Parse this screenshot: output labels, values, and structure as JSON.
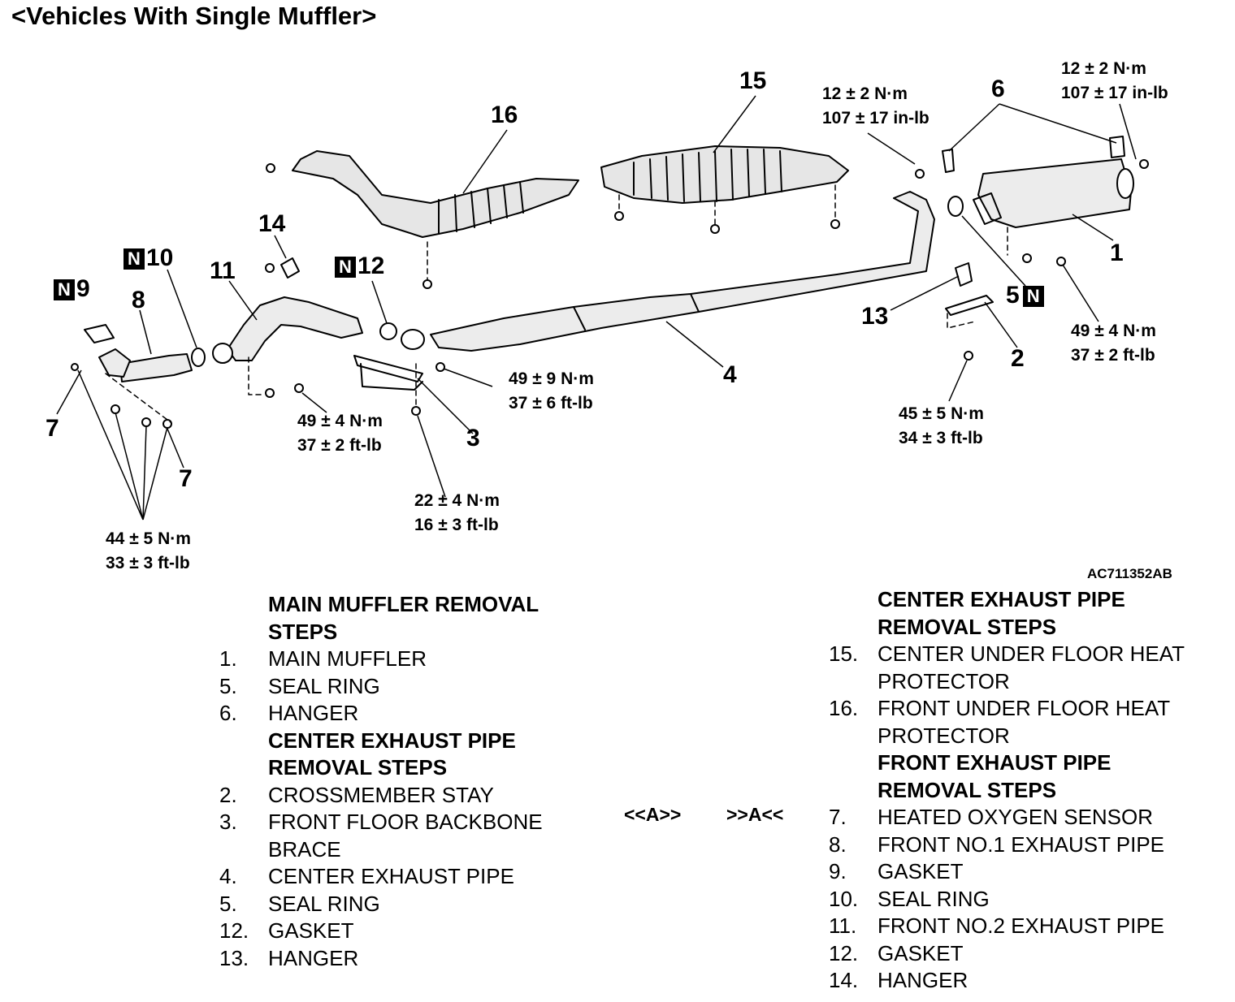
{
  "title": "<Vehicles With Single Muffler>",
  "figure_code": "AC711352AB",
  "torques": {
    "t1": [
      "12 ± 2 N·m",
      "107 ± 17 in-lb"
    ],
    "t2": [
      "12 ± 2 N·m",
      "107 ± 17 in-lb"
    ],
    "t3": [
      "49 ± 4 N·m",
      "37 ± 2 ft-lb"
    ],
    "t4": [
      "49 ± 9 N·m",
      "37 ± 6 ft-lb"
    ],
    "t5": [
      "49 ± 4 N·m",
      "37 ± 2 ft-lb"
    ],
    "t6": [
      "45 ± 5 N·m",
      "34 ± 3 ft-lb"
    ],
    "t7": [
      "22 ± 4 N·m",
      "16 ± 3 ft-lb"
    ],
    "t8": [
      "44 ± 5 N·m",
      "33 ± 3 ft-lb"
    ]
  },
  "callouts": {
    "c1": "1",
    "c2": "2",
    "c3": "3",
    "c4": "4",
    "c5": "5",
    "c6": "6",
    "c7a": "7",
    "c7b": "7",
    "c8": "8",
    "c9": "9",
    "c10": "10",
    "c11": "11",
    "c12": "12",
    "c13": "13",
    "c14": "14",
    "c15": "15",
    "c16": "16",
    "n_mark": "N"
  },
  "marks": {
    "left": "<<A>>",
    "right": ">>A<<"
  },
  "left_steps": [
    {
      "num": "",
      "text": "MAIN MUFFLER REMOVAL",
      "head": true
    },
    {
      "num": "",
      "text": "STEPS",
      "head": true
    },
    {
      "num": "1.",
      "text": "MAIN MUFFLER",
      "head": false
    },
    {
      "num": "5.",
      "text": "SEAL RING",
      "head": false
    },
    {
      "num": "6.",
      "text": "HANGER",
      "head": false
    },
    {
      "num": "",
      "text": "CENTER EXHAUST PIPE",
      "head": true
    },
    {
      "num": "",
      "text": "REMOVAL STEPS",
      "head": true
    },
    {
      "num": "2.",
      "text": "CROSSMEMBER STAY",
      "head": false
    },
    {
      "num": "3.",
      "text": "FRONT FLOOR BACKBONE",
      "head": false
    },
    {
      "num": "",
      "text": "BRACE",
      "head": false
    },
    {
      "num": "4.",
      "text": "CENTER EXHAUST PIPE",
      "head": false
    },
    {
      "num": "5.",
      "text": "SEAL RING",
      "head": false
    },
    {
      "num": "12.",
      "text": "GASKET",
      "head": false
    },
    {
      "num": "13.",
      "text": "HANGER",
      "head": false
    }
  ],
  "right_steps": [
    {
      "num": "",
      "text": "CENTER EXHAUST PIPE",
      "head": true
    },
    {
      "num": "",
      "text": "REMOVAL STEPS",
      "head": true
    },
    {
      "num": "15.",
      "text": "CENTER UNDER FLOOR HEAT",
      "head": false
    },
    {
      "num": "",
      "text": "PROTECTOR",
      "head": false
    },
    {
      "num": "16.",
      "text": "FRONT UNDER FLOOR HEAT",
      "head": false
    },
    {
      "num": "",
      "text": "PROTECTOR",
      "head": false
    },
    {
      "num": "",
      "text": "FRONT EXHAUST PIPE",
      "head": true
    },
    {
      "num": "",
      "text": "REMOVAL STEPS",
      "head": true
    },
    {
      "num": "7.",
      "text": "HEATED OXYGEN SENSOR",
      "head": false
    },
    {
      "num": "8.",
      "text": "FRONT NO.1 EXHAUST PIPE",
      "head": false
    },
    {
      "num": "9.",
      "text": "GASKET",
      "head": false
    },
    {
      "num": "10.",
      "text": "SEAL RING",
      "head": false
    },
    {
      "num": "11.",
      "text": "FRONT NO.2 EXHAUST PIPE",
      "head": false
    },
    {
      "num": "12.",
      "text": "GASKET",
      "head": false
    },
    {
      "num": "14.",
      "text": "HANGER",
      "head": false
    }
  ]
}
